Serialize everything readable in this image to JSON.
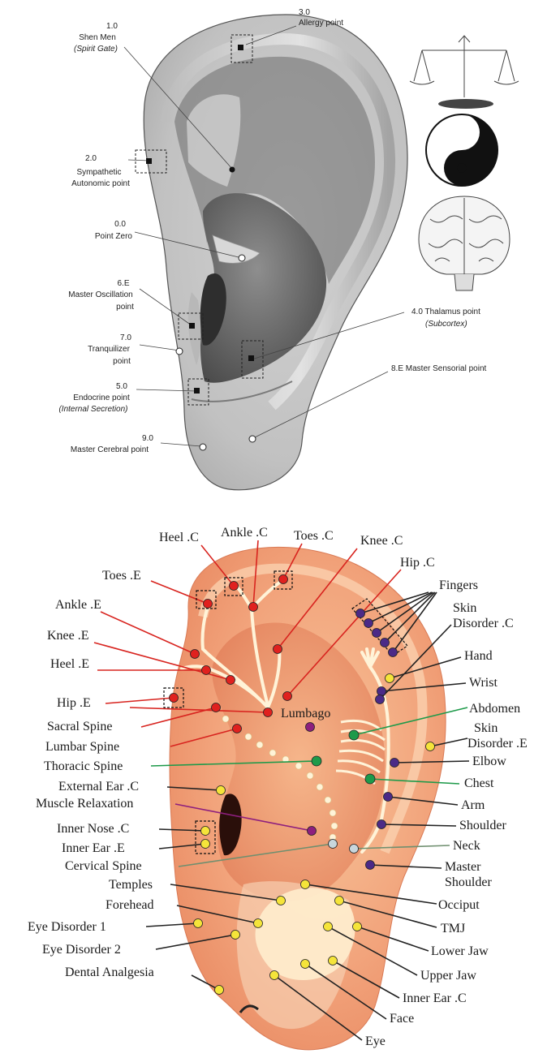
{
  "top_diagram": {
    "labels": {
      "shen_men_num": "1.0",
      "shen_men_name": "Shen Men",
      "shen_men_sub": "(Spirit Gate)",
      "allergy_num": "3.0",
      "allergy_name": "Allergy point",
      "sympathetic_num": "2.0",
      "sympathetic_name": "Sympathetic",
      "sympathetic_sub": "Autonomic point",
      "zero_num": "0.0",
      "zero_name": "Point Zero",
      "osc_num": "6.E",
      "osc_name": "Master Oscillation",
      "osc_sub": "point",
      "tranq_num": "7.0",
      "tranq_name": "Tranquilizer",
      "tranq_sub": "point",
      "endo_num": "5.0",
      "endo_name": "Endocrine point",
      "endo_sub": "(Internal Secretion)",
      "cereb_num": "9.0",
      "cereb_name": "Master Cerebral point",
      "thalamus_name": "4.0 Thalamus point",
      "thalamus_sub": "(Subcortex)",
      "sensorial_name": "8.E Master Sensorial point"
    }
  },
  "bottom_diagram": {
    "labels": {
      "heel_c": "Heel .C",
      "ankle_c": "Ankle .C",
      "toes_c": "Toes .C",
      "knee_c": "Knee .C",
      "hip_c": "Hip .C",
      "toes_e": "Toes .E",
      "ankle_e": "Ankle .E",
      "knee_e": "Knee .E",
      "heel_e": "Heel .E",
      "hip_e": "Hip .E",
      "sacral": "Sacral Spine",
      "lumbar_spine": "Lumbar Spine",
      "thoracic": "Thoracic Spine",
      "ext_ear": "External Ear .C",
      "muscle": "Muscle Relaxation",
      "inner_nose": "Inner Nose .C",
      "inner_ear_e": "Inner Ear .E",
      "cervical": "Cervical Spine",
      "temples": "Temples",
      "forehead": "Forehead",
      "eye_dis1": "Eye Disorder 1",
      "eye_dis2": "Eye Disorder 2",
      "dental": "Dental Analgesia",
      "lumbago": "Lumbago",
      "fingers": "Fingers",
      "skin_c1": "Skin",
      "skin_c2": "Disorder .C",
      "hand": "Hand",
      "wrist": "Wrist",
      "abdomen": "Abdomen",
      "skin_e1": "Skin",
      "skin_e2": "Disorder .E",
      "elbow": "Elbow",
      "chest": "Chest",
      "arm": "Arm",
      "shoulder": "Shoulder",
      "neck": "Neck",
      "master_sh1": "Master",
      "master_sh2": "Shoulder",
      "occiput": "Occiput",
      "tmj": "TMJ",
      "lower_jaw": "Lower Jaw",
      "upper_jaw": "Upper Jaw",
      "inner_ear_c": "Inner Ear .C",
      "face": "Face",
      "eye": "Eye"
    },
    "colors": {
      "red": "#e0211f",
      "yellow": "#f5e43a",
      "purple": "#4b2a87",
      "green": "#1e9a4a",
      "magenta": "#8e1f7e",
      "pale": "#c8d6dc"
    }
  }
}
